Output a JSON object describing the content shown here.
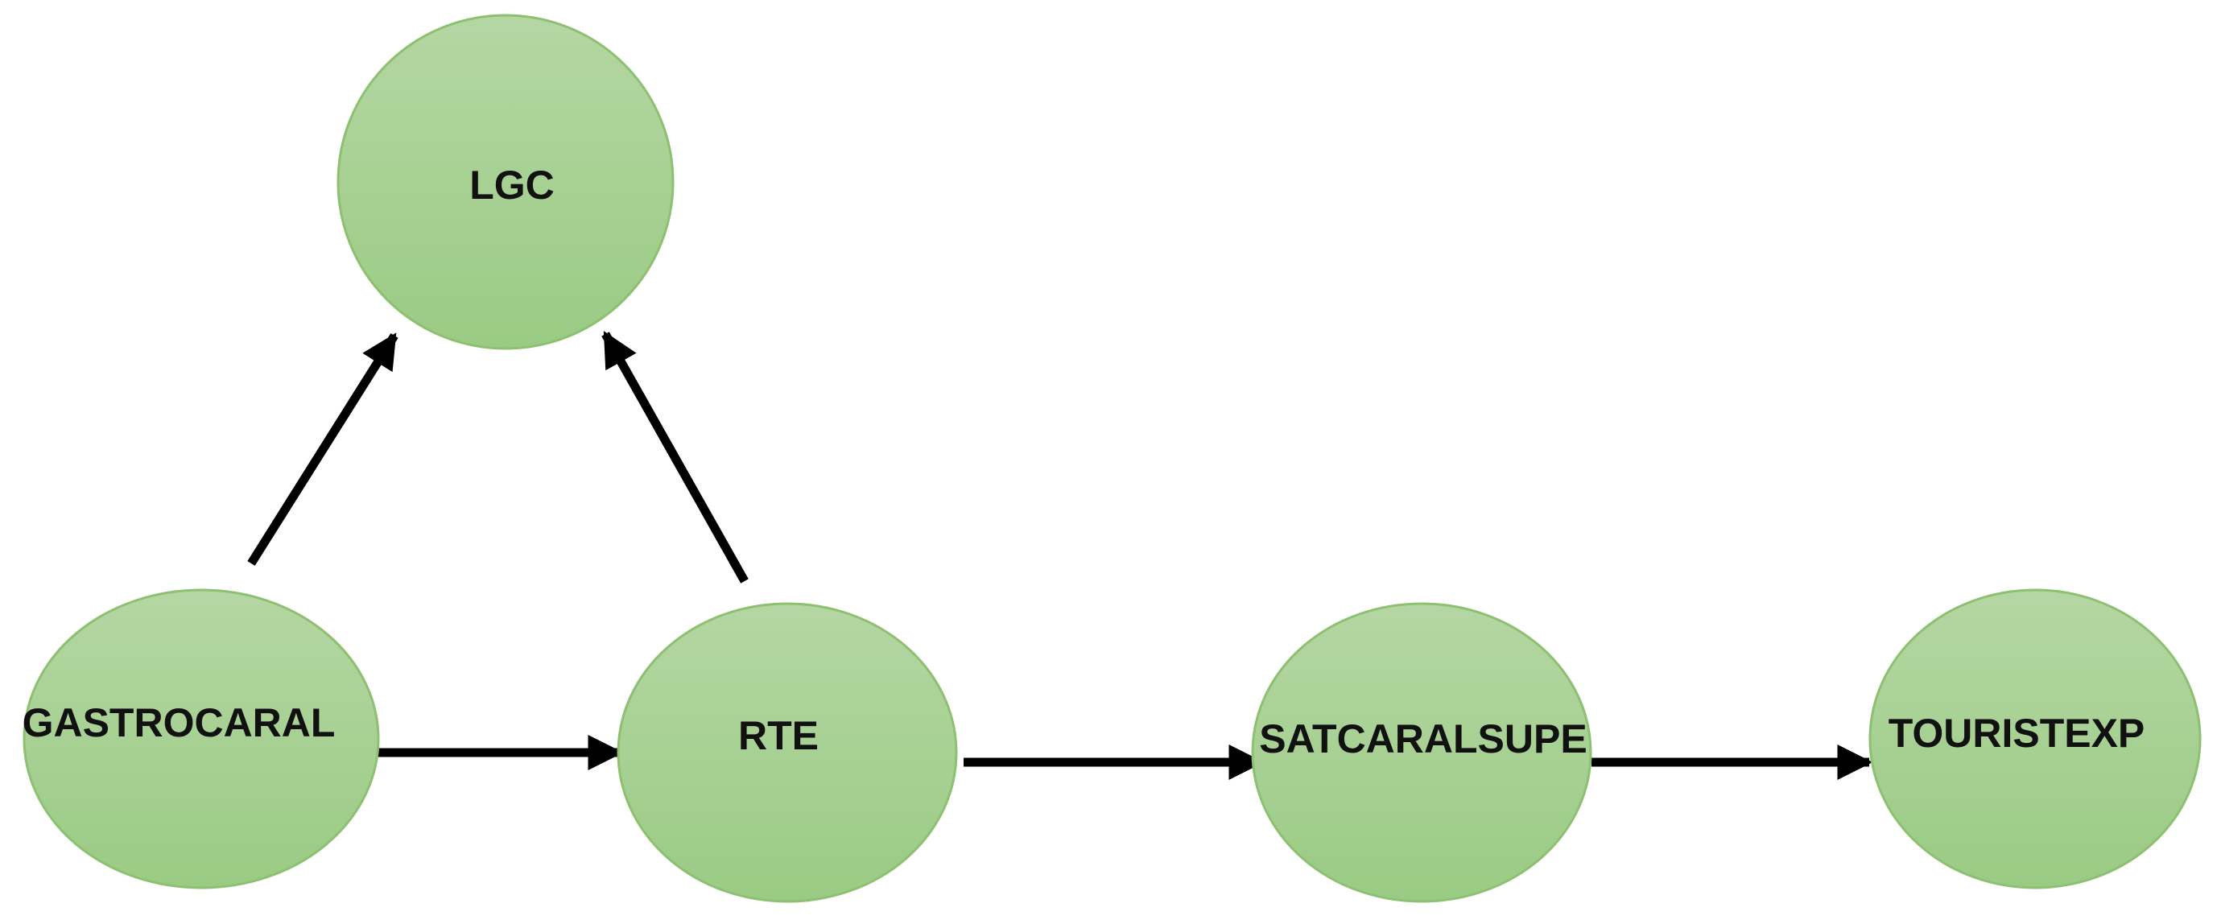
{
  "diagram": {
    "node_fill_top": "#b5d6a3",
    "node_fill_bottom": "#9acb84",
    "node_stroke": "#8dc070",
    "edge_color": "#000000",
    "nodes": [
      {
        "id": "lgc",
        "label": "LGC"
      },
      {
        "id": "gastrocaral",
        "label": "GASTROCARAL"
      },
      {
        "id": "rte",
        "label": "RTE"
      },
      {
        "id": "satcaralsupe",
        "label": "SATCARALSUPE"
      },
      {
        "id": "touristexp",
        "label": "TOURISTEXP"
      }
    ],
    "edges": [
      {
        "from": "gastrocaral",
        "to": "lgc"
      },
      {
        "from": "rte",
        "to": "lgc"
      },
      {
        "from": "gastrocaral",
        "to": "rte"
      },
      {
        "from": "rte",
        "to": "satcaralsupe"
      },
      {
        "from": "satcaralsupe",
        "to": "touristexp"
      }
    ]
  }
}
